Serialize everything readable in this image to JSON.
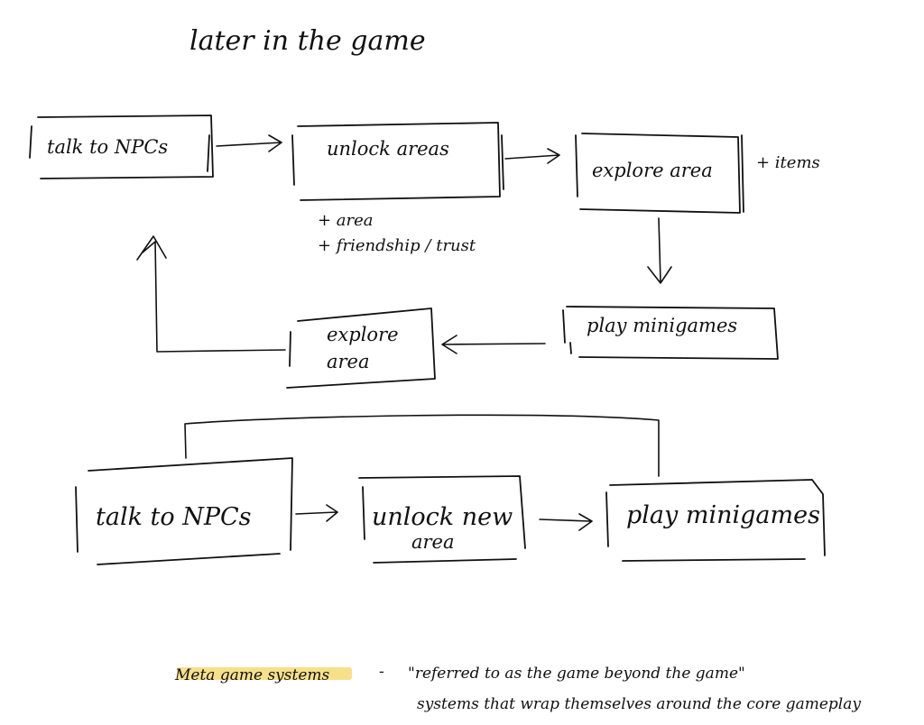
{
  "title": "later in the game",
  "loop1": {
    "talk_npcs": "talk to NPCs",
    "unlock_areas": "unlock areas",
    "explore_area": "explore area",
    "play_minigames": "play minigames",
    "explore_area_2_line1": "explore",
    "explore_area_2_line2": "area",
    "note_items": "+ items",
    "note_area": "+ area",
    "note_friendship": "+ friendship / trust"
  },
  "loop2": {
    "talk_npcs": "talk to NPCs",
    "unlock_new_line1": "unlock new",
    "unlock_new_line2": "area",
    "play_minigames": "play minigames"
  },
  "footnote": {
    "term": "Meta game systems",
    "dash": "-",
    "line1": "\"referred to as the game beyond the game\"",
    "line2": "systems that wrap themselves around the core gameplay",
    "highlight_color": "#f7e08a"
  }
}
